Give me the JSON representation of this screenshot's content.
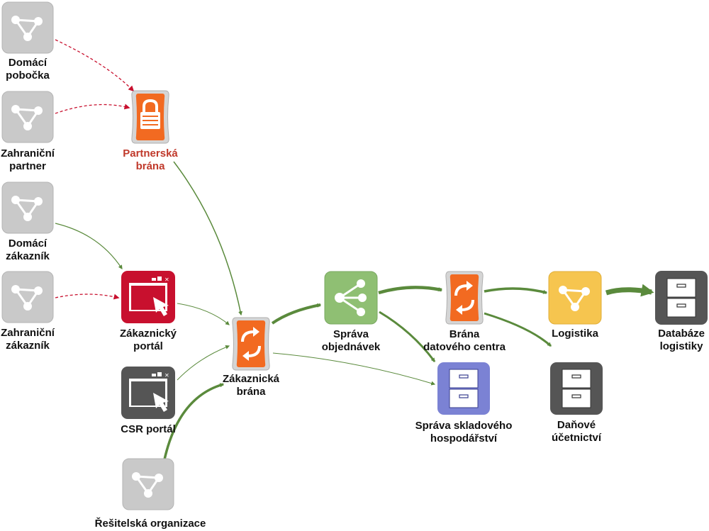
{
  "colors": {
    "gray_tile": "#c9c9c9",
    "orange": "#f26a21",
    "red": "#c8102e",
    "dark": "#555555",
    "green_tile": "#8fbf73",
    "purple_tile": "#7b82d4",
    "yellow_tile": "#f6c54f",
    "edge_green": "#5a8a3c",
    "edge_red": "#c8102e",
    "label_red": "#c0392b"
  },
  "labels": {
    "domestic_branch": "Domácí\npobočka",
    "foreign_partner": "Zahraniční\npartner",
    "domestic_customer": "Domácí\nzákazník",
    "foreign_customer": "Zahraniční\nzákazník",
    "partner_gateway": "Partnerská\nbrána",
    "customer_portal": "Zákaznický\nportál",
    "csr_portal": "CSR portál",
    "solver_org": "Řešitelská organizace",
    "customer_gateway": "Zákaznická\nbrána",
    "order_mgmt": "Správa\nobjednávek",
    "dc_gateway": "Brána\ndatového centra",
    "logistics": "Logistika",
    "logistics_db": "Databáze\nlogistiky",
    "warehouse_mgmt": "Správa skladového\nhospodářství",
    "tax_accounting": "Daňové\núčetnictví"
  }
}
